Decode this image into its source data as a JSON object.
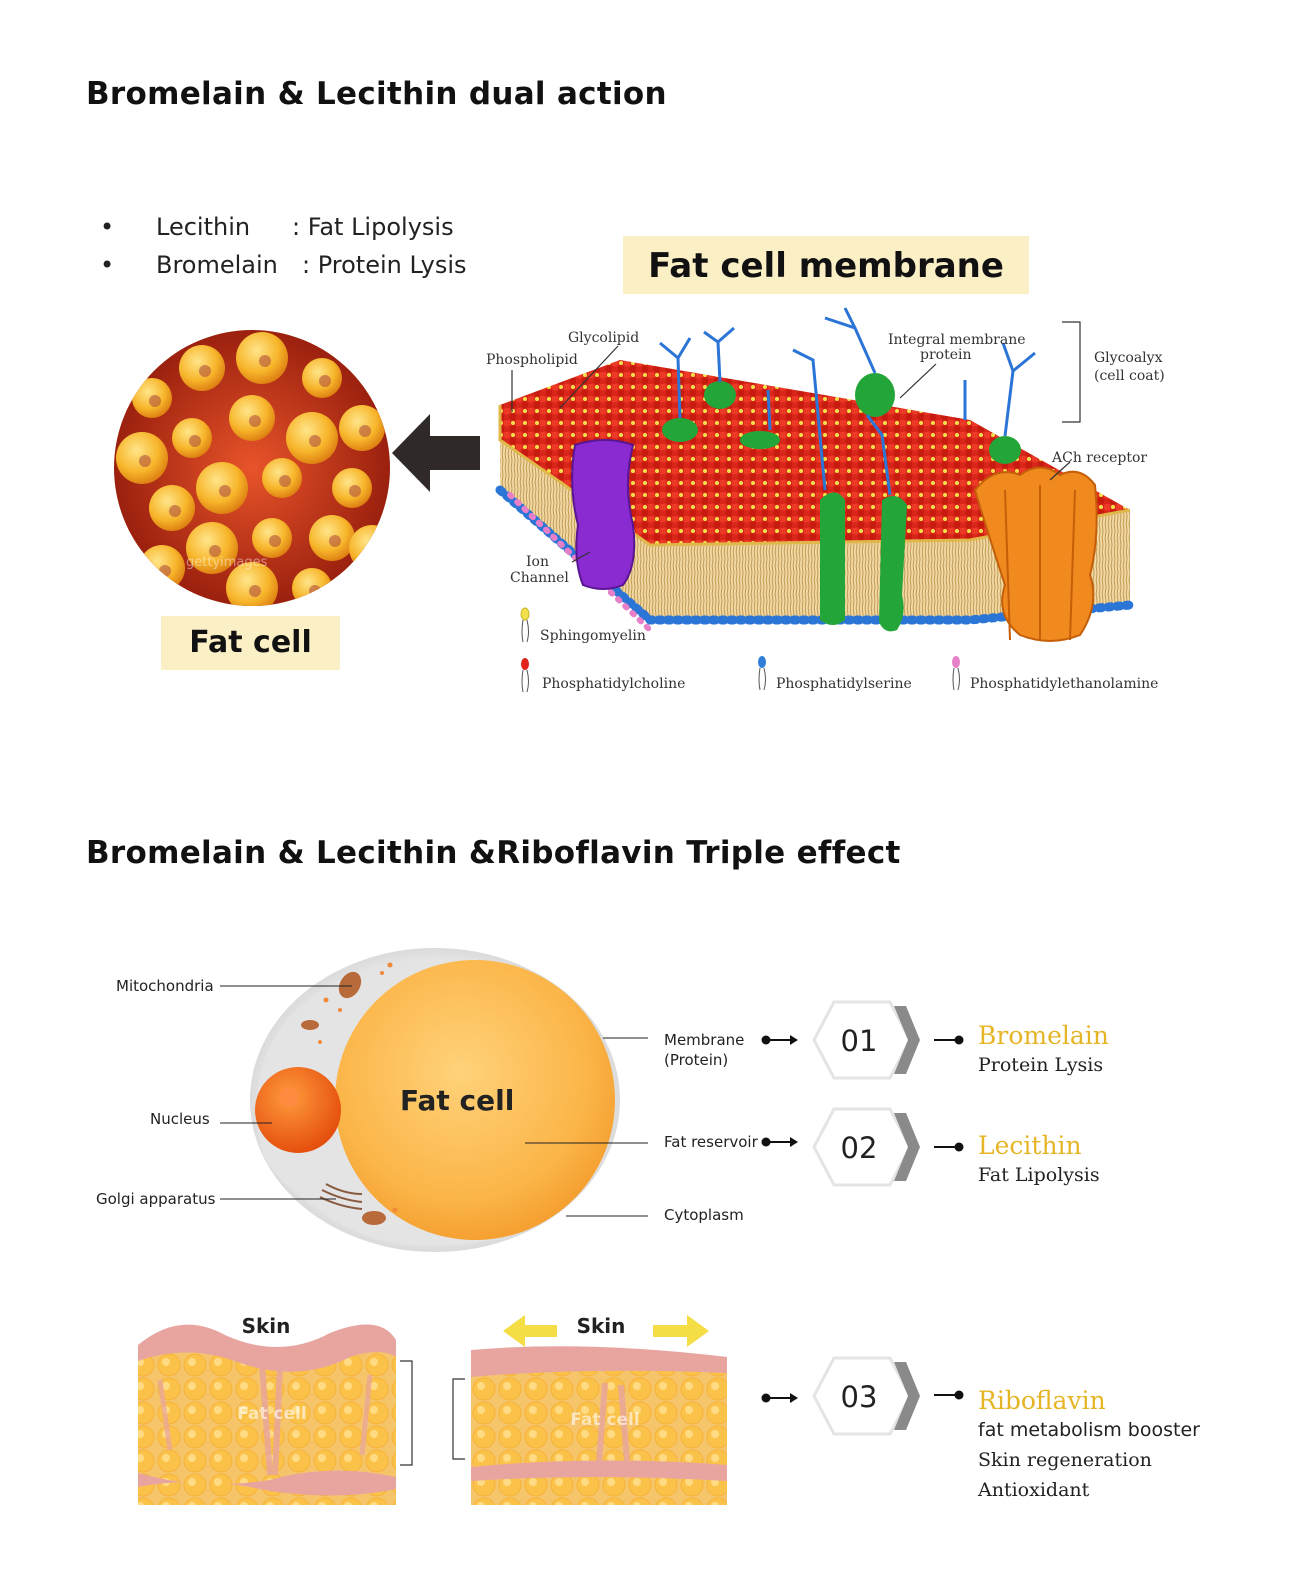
{
  "section1": {
    "title": "Bromelain & Lecithin dual action",
    "bullets": [
      {
        "bullet": "•",
        "name": "Lecithin",
        "effect": ": Fat Lipolysis"
      },
      {
        "bullet": "•",
        "name": "Bromelain",
        "effect": ": Protein Lysis"
      }
    ],
    "fat_cell_label": "Fat cell",
    "membrane_label": "Fat cell membrane",
    "watermark": "gettyimages",
    "membrane_labels": {
      "glycolipid": "Glycolipid",
      "phospholipid": "Phospholipid",
      "integral_line1": "Integral membrane",
      "integral_line2": "protein",
      "glycocalyx_line1": "Glycoalyx",
      "glycocalyx_line2": "(cell coat)",
      "ach": "ACh receptor",
      "ion_line1": "Ion",
      "ion_line2": "Channel"
    },
    "legend": [
      {
        "name": "Sphingomyelin",
        "color": "#f2e14a"
      },
      {
        "name": "Phosphatidylcholine",
        "color": "#e0231c"
      },
      {
        "name": "Phosphatidylserine",
        "color": "#2f7fd8"
      },
      {
        "name": "Phosphatidylethanolamine",
        "color": "#e77fc9"
      }
    ]
  },
  "section2": {
    "title": "Bromelain & Lecithin &Riboflavin Triple effect",
    "cell_title": "Fat cell",
    "left_labels": {
      "mitochondria": "Mitochondria",
      "nucleus": "Nucleus",
      "golgi": "Golgi apparatus"
    },
    "right_labels": {
      "membrane_line1": "Membrane",
      "membrane_line2": "(Protein)",
      "reservoir": "Fat reservoir",
      "cytoplasm": "Cytoplasm"
    },
    "steps": [
      {
        "num": "01",
        "name": "Bromelain",
        "desc": [
          "Protein Lysis"
        ]
      },
      {
        "num": "02",
        "name": "Lecithin",
        "desc": [
          "Fat Lipolysis"
        ]
      },
      {
        "num": "03",
        "name": "Riboflavin",
        "desc": [
          "fat metabolism booster",
          "Skin regeneration",
          "Antioxidant"
        ]
      }
    ],
    "skin_left": {
      "label": "Skin",
      "inner": "Fat cell"
    },
    "skin_right": {
      "label": "Skin",
      "inner": "Fat cell"
    }
  }
}
